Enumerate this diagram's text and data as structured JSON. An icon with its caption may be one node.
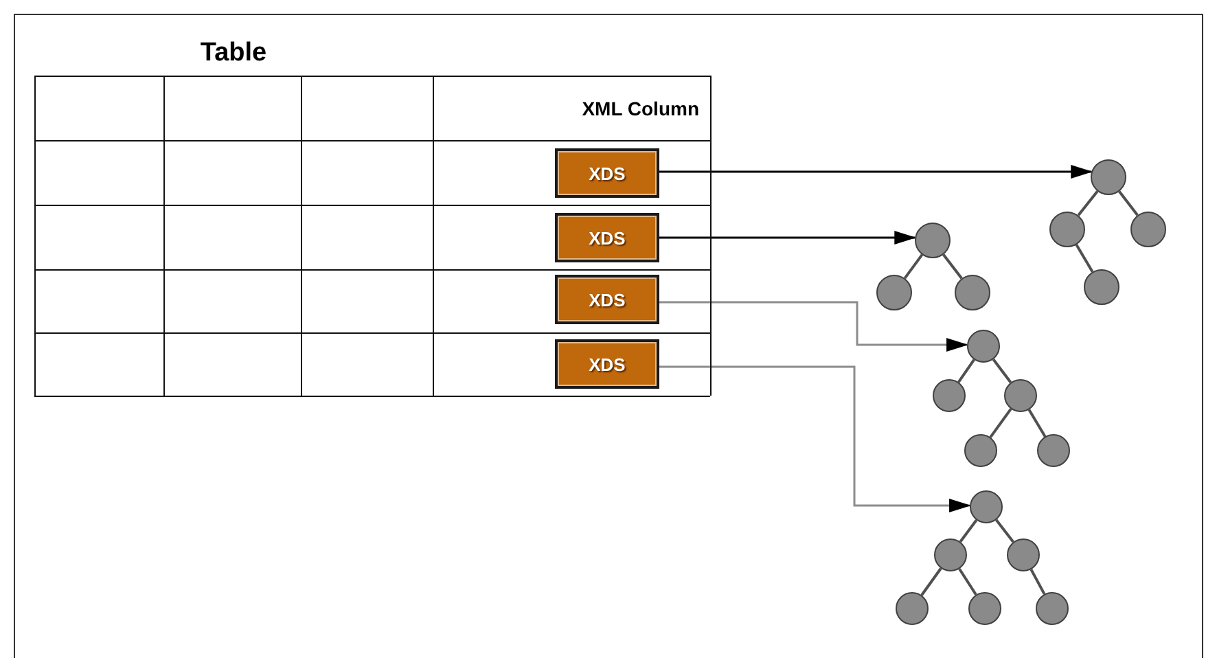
{
  "diagram": {
    "nodes": [
      {
        "text": [
          "Table"
        ]
      },
      {
        "text": [
          "XDS"
        ],
        "in": 0
      },
      {
        "text": [
          "XDS"
        ],
        "in": 0
      },
      {
        "text": [
          "XDS"
        ],
        "in": 0
      },
      {
        "text": [
          "XDS"
        ],
        "in": 0
      },
      {
        "text": [],
        "shape": "circle"
      },
      {
        "text": [],
        "shape": "circle"
      },
      {
        "text": [],
        "shape": "circle"
      },
      {
        "text": [],
        "shape": "circle"
      },
      {
        "text": [],
        "shape": "circle"
      },
      {
        "text": [],
        "shape": "circle"
      },
      {
        "text": [],
        "shape": "circle"
      },
      {
        "text": [],
        "shape": "circle"
      },
      {
        "text": [],
        "shape": "circle"
      },
      {
        "text": [],
        "shape": "circle"
      },
      {
        "text": [],
        "shape": "circle"
      },
      {
        "text": [],
        "shape": "circle"
      },
      {
        "text": [],
        "shape": "circle"
      },
      {
        "text": [],
        "shape": "circle"
      },
      {
        "text": [],
        "shape": "circle"
      },
      {
        "text": [],
        "shape": "circle"
      },
      {
        "text": [],
        "shape": "circle"
      },
      {
        "text": [],
        "shape": "circle"
      }
    ],
    "edges": [
      {
        "from": 1,
        "to": 5,
        "arrow": "to",
        "color": "#000000"
      },
      {
        "from": 2,
        "to": 9,
        "arrow": "to",
        "color": "#000000"
      },
      {
        "from": 3,
        "to": 12,
        "arrow": "to",
        "color": "#8c8c8c"
      },
      {
        "from": 4,
        "to": 17,
        "arrow": "to",
        "color": "#8c8c8c"
      },
      {
        "from": 5,
        "to": 6,
        "arrow": "none"
      },
      {
        "from": 5,
        "to": 7,
        "arrow": "none"
      },
      {
        "from": 6,
        "to": 8,
        "arrow": "none"
      },
      {
        "from": 9,
        "to": 10,
        "arrow": "none"
      },
      {
        "from": 9,
        "to": 11,
        "arrow": "none"
      },
      {
        "from": 12,
        "to": 13,
        "arrow": "none"
      },
      {
        "from": 12,
        "to": 14,
        "arrow": "none"
      },
      {
        "from": 14,
        "to": 15,
        "arrow": "none"
      },
      {
        "from": 14,
        "to": 16,
        "arrow": "none"
      },
      {
        "from": 17,
        "to": 18,
        "arrow": "none"
      },
      {
        "from": 17,
        "to": 19,
        "arrow": "none"
      },
      {
        "from": 18,
        "to": 20,
        "arrow": "none"
      },
      {
        "from": 18,
        "to": 21,
        "arrow": "none"
      },
      {
        "from": 19,
        "to": 22,
        "arrow": "none"
      }
    ],
    "labels": [
      "XML Column"
    ]
  }
}
